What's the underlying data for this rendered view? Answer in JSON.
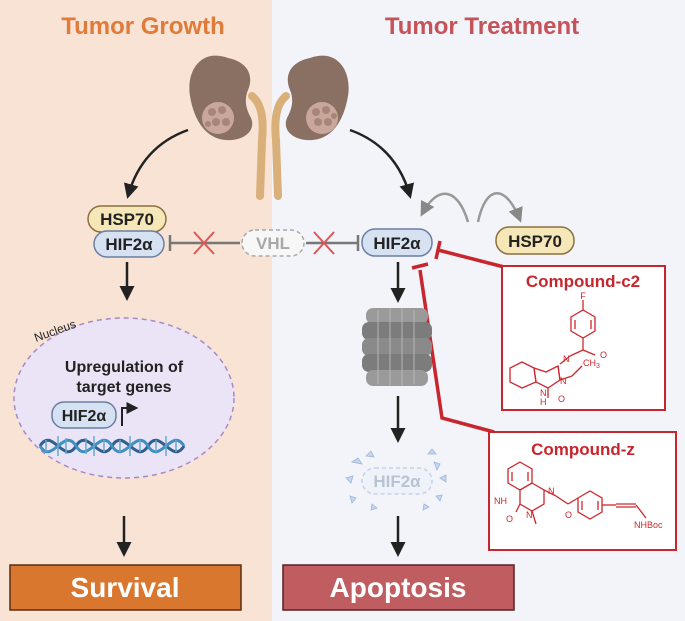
{
  "panels": {
    "left_title": "Tumor Growth",
    "right_title": "Tumor Treatment"
  },
  "colors": {
    "left_bg": "#f8e3d4",
    "right_bg": "#f2f4fa",
    "left_title": "#e07b3a",
    "right_title": "#c4545a",
    "survival_box": "#d9772f",
    "apoptosis_box": "#bf5d60",
    "compound": "#d0262d",
    "hsp70_fill": "#f6e7b8",
    "hif_fill": "#d6e1f2"
  },
  "left": {
    "hsp70": "HSP70",
    "hif2a": "HIF2α",
    "nucleus_label": "Nucleus",
    "nucleus_text_line1": "Upregulation of",
    "nucleus_text_line2": "target genes",
    "gene_label": "HIF2α",
    "outcome": "Survival"
  },
  "center": {
    "vhl": "VHL"
  },
  "right": {
    "hif2a": "HIF2α",
    "hsp70": "HSP70",
    "degraded_label": "HIF2α",
    "outcome": "Apoptosis"
  },
  "compounds": {
    "c2": {
      "name": "Compound-c2",
      "atoms": {
        "f": "F",
        "o": "O",
        "n_imine": "N",
        "n_ring": "N",
        "ch3": "CH",
        "ch3_sub": "3",
        "nh": "N",
        "h": "H",
        "o2": "O"
      }
    },
    "z": {
      "name": "Compound-z",
      "atoms": {
        "nh": "NH",
        "n_ring": "N",
        "n_imine": "N",
        "o1": "O",
        "o2": "O",
        "nhboc": "NHBoc"
      }
    }
  }
}
